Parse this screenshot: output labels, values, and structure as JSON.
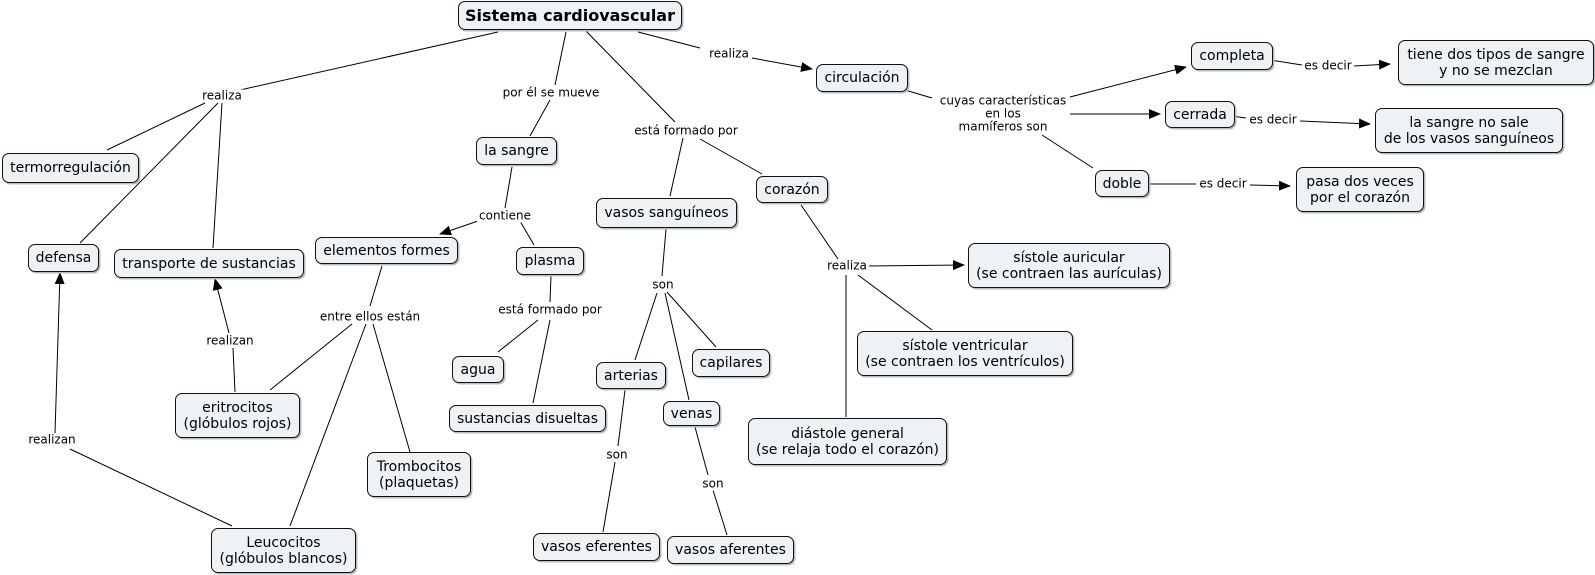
{
  "nodes": {
    "root": "Sistema cardiovascular",
    "circulacion": "circulación",
    "completa": "completa",
    "tiene_dos": "tiene dos tipos de sangre\ny no se mezclan",
    "cerrada": "cerrada",
    "no_sale": "la sangre no sale\nde los vasos sanguíneos",
    "doble": "doble",
    "pasa_dos": "pasa dos veces\npor el corazón",
    "termorregulacion": "termorregulación",
    "defensa": "defensa",
    "transporte": "transporte de sustancias",
    "la_sangre": "la sangre",
    "elementos": "elementos formes",
    "plasma": "plasma",
    "agua": "agua",
    "sustancias": "sustancias disueltas",
    "eritrocitos": "eritrocitos\n(glóbulos rojos)",
    "trombocitos": "Trombocitos\n(plaquetas)",
    "leucocitos": "Leucocitos\n(glóbulos blancos)",
    "vasos": "vasos sanguíneos",
    "corazon": "corazón",
    "arterias": "arterias",
    "capilares": "capilares",
    "venas": "venas",
    "eferentes": "vasos eferentes",
    "aferentes": "vasos aferentes",
    "sistole_aur": "sístole auricular\n(se contraen las aurículas)",
    "sistole_ven": "sístole ventricular\n(se contraen los ventrículos)",
    "diastole": "diástole general\n(se relaja todo el corazón)"
  },
  "labels": {
    "realiza_left": "realiza",
    "por_el": "por él se mueve",
    "formado": "está formado por",
    "realiza_circ": "realiza",
    "cuyas": "cuyas características\nen los\nmamíferos son",
    "es_decir_1": "es decir",
    "es_decir_2": "es decir",
    "es_decir_3": "es decir",
    "contiene": "contiene",
    "entre": "entre ellos están",
    "formado_plasma": "está formado por",
    "realizan_eri": "realizan",
    "realizan_leu": "realizan",
    "son_vasos": "son",
    "son_art": "son",
    "son_ven": "son",
    "realiza_cor": "realiza"
  }
}
